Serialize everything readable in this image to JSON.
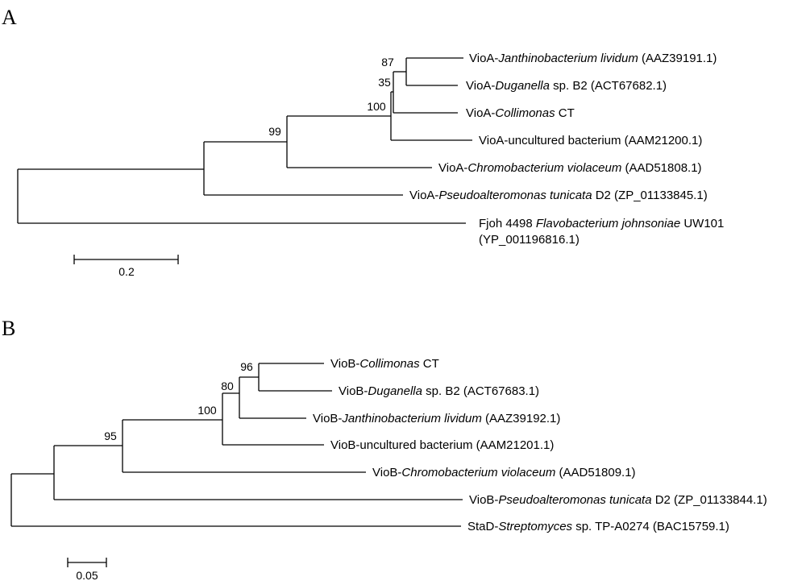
{
  "panels": [
    {
      "letter": "A",
      "leaves": [
        [
          {
            "t": "VioA-"
          },
          {
            "t": "Janthinobacterium lividum",
            "i": true
          },
          {
            "t": " (AAZ39191.1)"
          }
        ],
        [
          {
            "t": "VioA-"
          },
          {
            "t": "Duganella",
            "i": true
          },
          {
            "t": " sp. B2 (ACT67682.1)"
          }
        ],
        [
          {
            "t": "VioA-"
          },
          {
            "t": "Collimonas",
            "i": true
          },
          {
            "t": " CT"
          }
        ],
        [
          {
            "t": "VioA-uncultured bacterium (AAM21200.1)"
          }
        ],
        [
          {
            "t": "VioA-"
          },
          {
            "t": "Chromobacterium violaceum",
            "i": true
          },
          {
            "t": " (AAD51808.1)"
          }
        ],
        [
          {
            "t": "VioA-"
          },
          {
            "t": "Pseudoalteromonas tunicata",
            "i": true
          },
          {
            "t": " D2 (ZP_01133845.1)"
          }
        ],
        [
          {
            "t": "Fjoh 4498 "
          },
          {
            "t": "Flavobacterium johnsoniae",
            "i": true
          },
          {
            "t": " UW101"
          }
        ]
      ],
      "leaf_extra_line": "(YP_001196816.1)",
      "bootstrap": [
        "87",
        "35",
        "100",
        "99"
      ],
      "scale": "0.2"
    },
    {
      "letter": "B",
      "leaves": [
        [
          {
            "t": "VioB-"
          },
          {
            "t": "Collimonas",
            "i": true
          },
          {
            "t": " CT"
          }
        ],
        [
          {
            "t": "VioB-"
          },
          {
            "t": "Duganella",
            "i": true
          },
          {
            "t": " sp. B2 (ACT67683.1)"
          }
        ],
        [
          {
            "t": "VioB-"
          },
          {
            "t": "Janthinobacterium lividum",
            "i": true
          },
          {
            "t": " (AAZ39192.1)"
          }
        ],
        [
          {
            "t": "VioB-uncultured bacterium (AAM21201.1)"
          }
        ],
        [
          {
            "t": "VioB-"
          },
          {
            "t": "Chromobacterium violaceum",
            "i": true
          },
          {
            "t": " (AAD51809.1)"
          }
        ],
        [
          {
            "t": "VioB-"
          },
          {
            "t": "Pseudoalteromonas tunicata",
            "i": true
          },
          {
            "t": " D2 (ZP_01133844.1)"
          }
        ],
        [
          {
            "t": "StaD-"
          },
          {
            "t": "Streptomyces",
            "i": true
          },
          {
            "t": " sp. TP-A0274  (BAC15759.1)"
          }
        ]
      ],
      "bootstrap": [
        "96",
        "80",
        "100",
        "95"
      ],
      "scale": "0.05"
    }
  ]
}
